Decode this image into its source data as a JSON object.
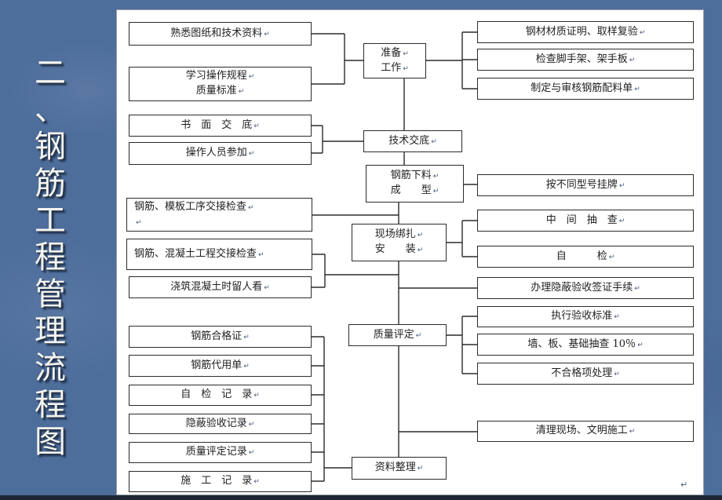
{
  "slide": {
    "title_vertical": "二、钢筋工程管理流程图",
    "title_chars": [
      "二",
      "、",
      "钢",
      "筋",
      "工",
      "程",
      "管",
      "理",
      "流",
      "程",
      "图"
    ],
    "colors": {
      "background": "#4d6d9b",
      "bottom_bar": "#1f2735",
      "panel": "#ffffff",
      "box_border": "#2b2b2b",
      "line": "#2b2b2b",
      "text": "#1f1f1f",
      "title_color": "#f4f4ef"
    }
  },
  "flowchart": {
    "pmark": "↵",
    "nodes": {
      "a1": {
        "text": "熟悉图纸和技术资料"
      },
      "a2": {
        "lines": [
          "学习操作规程",
          "质量标准"
        ]
      },
      "a3": {
        "text": "书　面　交　底"
      },
      "a4": {
        "text": "操作人员参加"
      },
      "a5": {
        "text": "钢筋、模板工序交接检查"
      },
      "a6": {
        "text": "钢筋、混凝土工程交接检查"
      },
      "a7": {
        "text": "浇筑混凝土时留人看"
      },
      "a8": {
        "text": "钢筋合格证"
      },
      "a9": {
        "text": "钢筋代用单"
      },
      "a10": {
        "text": "自　检　记　录"
      },
      "a11": {
        "text": "隐蔽验收记录"
      },
      "a12": {
        "text": "质量评定记录"
      },
      "a13": {
        "text": "施　工　记　录"
      },
      "b1": {
        "lines": [
          "准备",
          "工作"
        ]
      },
      "b2": {
        "text": "技术交底"
      },
      "b3": {
        "lines": [
          "钢筋下料",
          "成　　型"
        ]
      },
      "b4": {
        "lines": [
          "现场绑扎",
          "安　　装"
        ]
      },
      "b5": {
        "text": "质量评定"
      },
      "b6": {
        "text": "资料整理"
      },
      "c1": {
        "text": "钢材材质证明、取样复验"
      },
      "c2": {
        "text": "检查脚手架、架手板"
      },
      "c3": {
        "text": "制定与审核钢筋配料单"
      },
      "c4": {
        "text": "按不同型号挂牌"
      },
      "c5": {
        "text": "中　间　抽　查"
      },
      "c6": {
        "text": "自　　　检"
      },
      "c7": {
        "text": "办理隐蔽验收签证手续"
      },
      "c8": {
        "text": "执行验收标准"
      },
      "c9": {
        "text": "墙、板、基础抽查 10％"
      },
      "c10": {
        "text": "不合格项处理"
      },
      "c11": {
        "text": "清理现场、文明施工"
      }
    }
  }
}
